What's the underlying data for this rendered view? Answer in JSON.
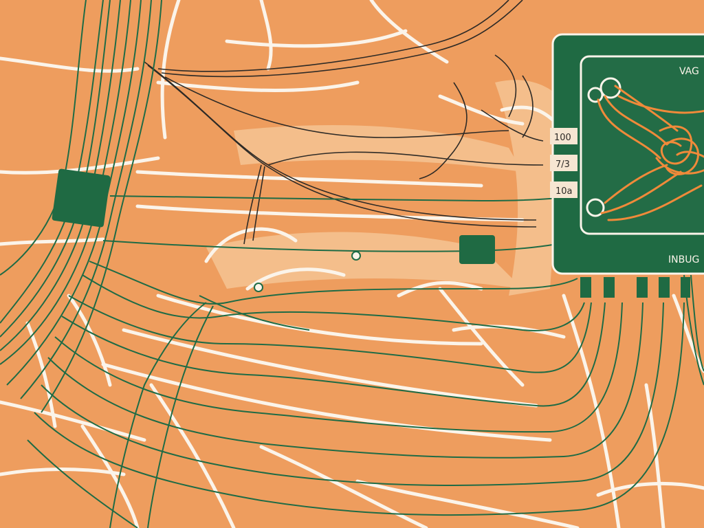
{
  "colors": {
    "background": "#ee9d5e",
    "road_white": "#fbf4ea",
    "road_fill": "#f6c99b",
    "wire_green": "#1e6b45",
    "wire_dark": "#2d2a26",
    "panel_green": "#1f6a43",
    "panel_screen": "#236c46",
    "wire_orange": "#f08a3a"
  },
  "panel": {
    "title": "VAG",
    "footer": "INBUG",
    "ticks": [
      "100",
      "7/3",
      "10a"
    ]
  }
}
